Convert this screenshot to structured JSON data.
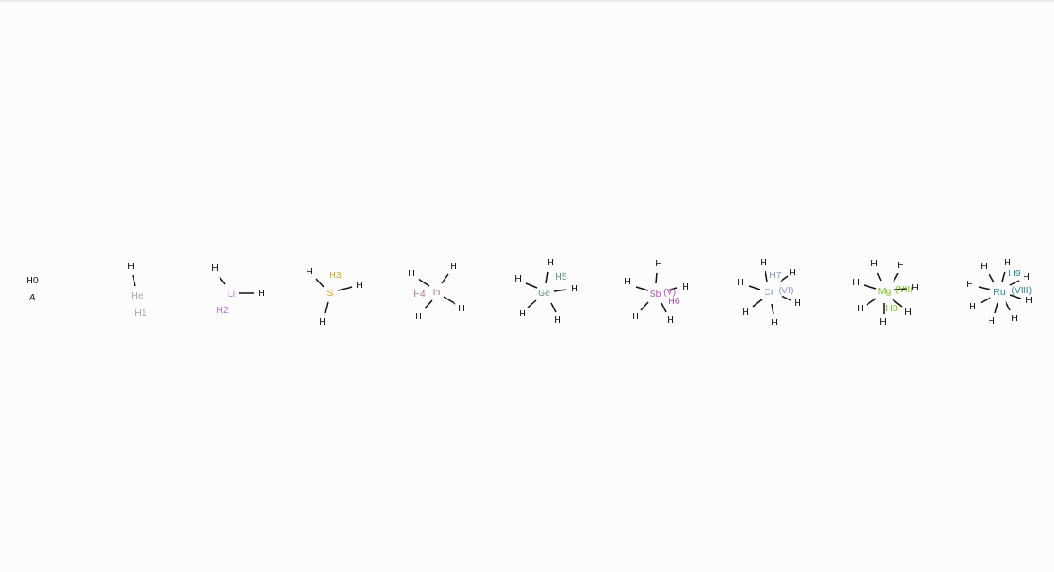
{
  "hydrogen_symbol": "H",
  "hydrogen_color": "#111111",
  "bond_color": "#111111",
  "italic_label": "A",
  "molecules": [
    {
      "id": "H0",
      "center": "",
      "center_color": "#111111",
      "label": "H0",
      "label_color": "#111111",
      "oxidation": ""
    },
    {
      "id": "He",
      "center": "He",
      "center_color": "#9aabb0",
      "label": "H1",
      "label_color": "#9aabb0",
      "oxidation": ""
    },
    {
      "id": "Li",
      "center": "Li",
      "center_color": "#c36be0",
      "label": "H2",
      "label_color": "#c36be0",
      "oxidation": ""
    },
    {
      "id": "S",
      "center": "S",
      "center_color": "#d9a41f",
      "label": "H3",
      "label_color": "#d9a41f",
      "oxidation": ""
    },
    {
      "id": "In",
      "center": "In",
      "center_color": "#b07878",
      "label": "H4",
      "label_color": "#b07878",
      "oxidation": ""
    },
    {
      "id": "Ge",
      "center": "Ge",
      "center_color": "#5e8f8f",
      "label": "H5",
      "label_color": "#5e8f8f",
      "oxidation": ""
    },
    {
      "id": "Sb",
      "center": "Sb",
      "center_color": "#b552b5",
      "label": "H6",
      "label_color": "#b552b5",
      "oxidation": "(V)"
    },
    {
      "id": "Cr",
      "center": "Cr",
      "center_color": "#8a99c7",
      "label": "H7",
      "label_color": "#8a99c7",
      "oxidation": "(VI)"
    },
    {
      "id": "Mg",
      "center": "Mg",
      "center_color": "#7ec41b",
      "label": "H8",
      "label_color": "#7ec41b",
      "oxidation": "(VII)"
    },
    {
      "id": "Ru",
      "center": "Ru",
      "center_color": "#2a8a8f",
      "label": "H9",
      "label_color": "#2a8a8f",
      "oxidation": "(VIII)"
    }
  ]
}
